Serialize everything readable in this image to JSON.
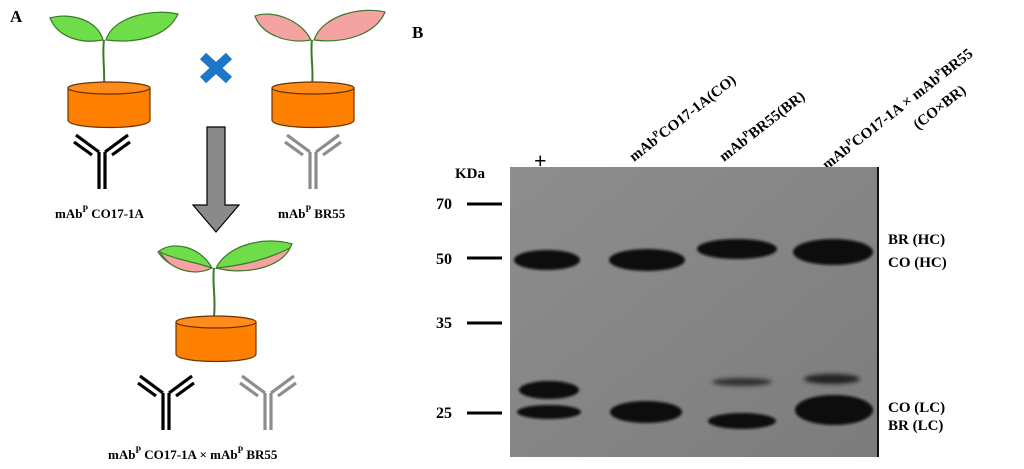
{
  "panel_a": {
    "letter": "A",
    "parent1": {
      "prefix": "mAb",
      "sup": "P",
      "name": " CO17-1A"
    },
    "parent2": {
      "prefix": "mAb",
      "sup": "P",
      "name": " BR55"
    },
    "hybrid": {
      "prefix1": "mAb",
      "sup1": "P",
      "mid": " CO17-1A × mAb",
      "sup2": "P",
      "end": " BR55"
    },
    "colors": {
      "leaf_green": "#6fdc4a",
      "leaf_pink": "#f4a2a2",
      "pot_orange": "#ff7f00",
      "cross_blue": "#1f77c8",
      "arrow_gray": "#8a8a8a",
      "antibody_black": "#000000",
      "antibody_gray": "#8c8c8c"
    },
    "icons": [
      "plant-icon",
      "pot-icon",
      "antibody-icon",
      "cross-icon",
      "down-arrow-icon"
    ]
  },
  "panel_b": {
    "letter": "B",
    "kda_label": "KDa",
    "markers": [
      "70",
      "50",
      "35",
      "25"
    ],
    "lanes": [
      {
        "parts": [
          {
            "t": "+",
            "sup": false
          }
        ]
      },
      {
        "parts": [
          {
            "t": "mAb",
            "sup": false
          },
          {
            "t": "P",
            "sup": true
          },
          {
            "t": "CO17-1A(CO)",
            "sup": false
          }
        ]
      },
      {
        "parts": [
          {
            "t": "mAb",
            "sup": false
          },
          {
            "t": "P",
            "sup": true
          },
          {
            "t": "BR55(BR)",
            "sup": false
          }
        ]
      },
      {
        "parts": [
          {
            "t": "mAb",
            "sup": false
          },
          {
            "t": "P",
            "sup": true
          },
          {
            "t": "CO17-1A  × mAb",
            "sup": false
          },
          {
            "t": "P",
            "sup": true
          },
          {
            "t": "BR55",
            "sup": false
          }
        ],
        "line2": "(CO×BR)"
      }
    ],
    "band_labels": {
      "br_hc": "BR (HC)",
      "co_hc": "CO (HC)",
      "co_lc": "CO (LC)",
      "br_lc": "BR (LC)"
    },
    "colors": {
      "blot_background": "#888888",
      "band": "#0a0a0a"
    }
  }
}
